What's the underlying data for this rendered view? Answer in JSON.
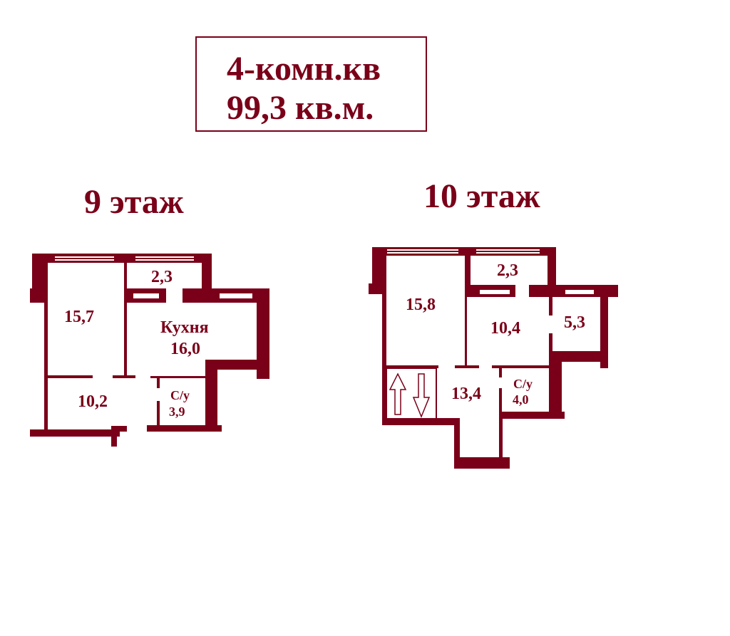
{
  "title": {
    "line1": "4-комн.кв",
    "line2": "99,3 кв.м."
  },
  "colors": {
    "wall": "#7a0019",
    "background": "#ffffff"
  },
  "floor9": {
    "label": "9 этаж",
    "rooms": {
      "room_a": "15,7",
      "loggia": "2,3",
      "kitchen_name": "Кухня",
      "kitchen_area": "16,0",
      "hall": "10,2",
      "bath_name": "С/у",
      "bath_area": "3,9"
    }
  },
  "floor10": {
    "label": "10 этаж",
    "rooms": {
      "room_a": "15,8",
      "loggia": "2,3",
      "room_b": "10,4",
      "room_c": "5,3",
      "hall": "13,4",
      "bath_name": "С/у",
      "bath_area": "4,0"
    },
    "stairs_icon": "up-down-arrows-icon"
  }
}
